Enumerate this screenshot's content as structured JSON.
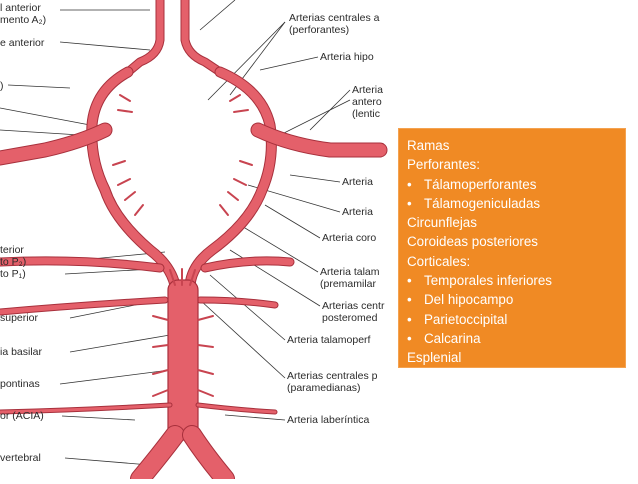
{
  "figure": {
    "labels_left": [
      "l anterior",
      "mento A₂)",
      "e anterior",
      ")",
      "terior",
      "to P₂)",
      "to P₁)",
      "superior",
      "ia basilar",
      "pontinas",
      "or (ACIA)",
      "vertebral"
    ],
    "labels_right": [
      "Arterias centrales a",
      "(perforantes)",
      "Arteria hipo",
      "Arteria",
      "antero",
      "(lentic",
      "Arteria",
      "Arteria",
      "Arteria coro",
      "Arteria talam",
      "(premamilar",
      "Arterias centr",
      "posteromed",
      "Arteria talamoperf",
      "Arterias centrales p",
      "(paramedianas)",
      "Arteria laberíntica"
    ]
  },
  "panel": {
    "title": "Ramas",
    "perforantes_heading": "Perforantes:",
    "perforantes_items": [
      "Tálamoperforantes",
      "Tálamogeniculadas"
    ],
    "circunflejas": "Circunflejas",
    "coroideas": "Coroideas posteriores",
    "corticales_heading": "Corticales:",
    "corticales_items": [
      "Temporales inferiores",
      "Del hipocampo",
      "Parietoccipital",
      "Calcarina"
    ],
    "esplenial": "Esplenial",
    "bullet": "•"
  },
  "colors": {
    "panel_bg": "#f08a24",
    "artery_fill": "#e4606a",
    "artery_edge": "#a8303c"
  }
}
